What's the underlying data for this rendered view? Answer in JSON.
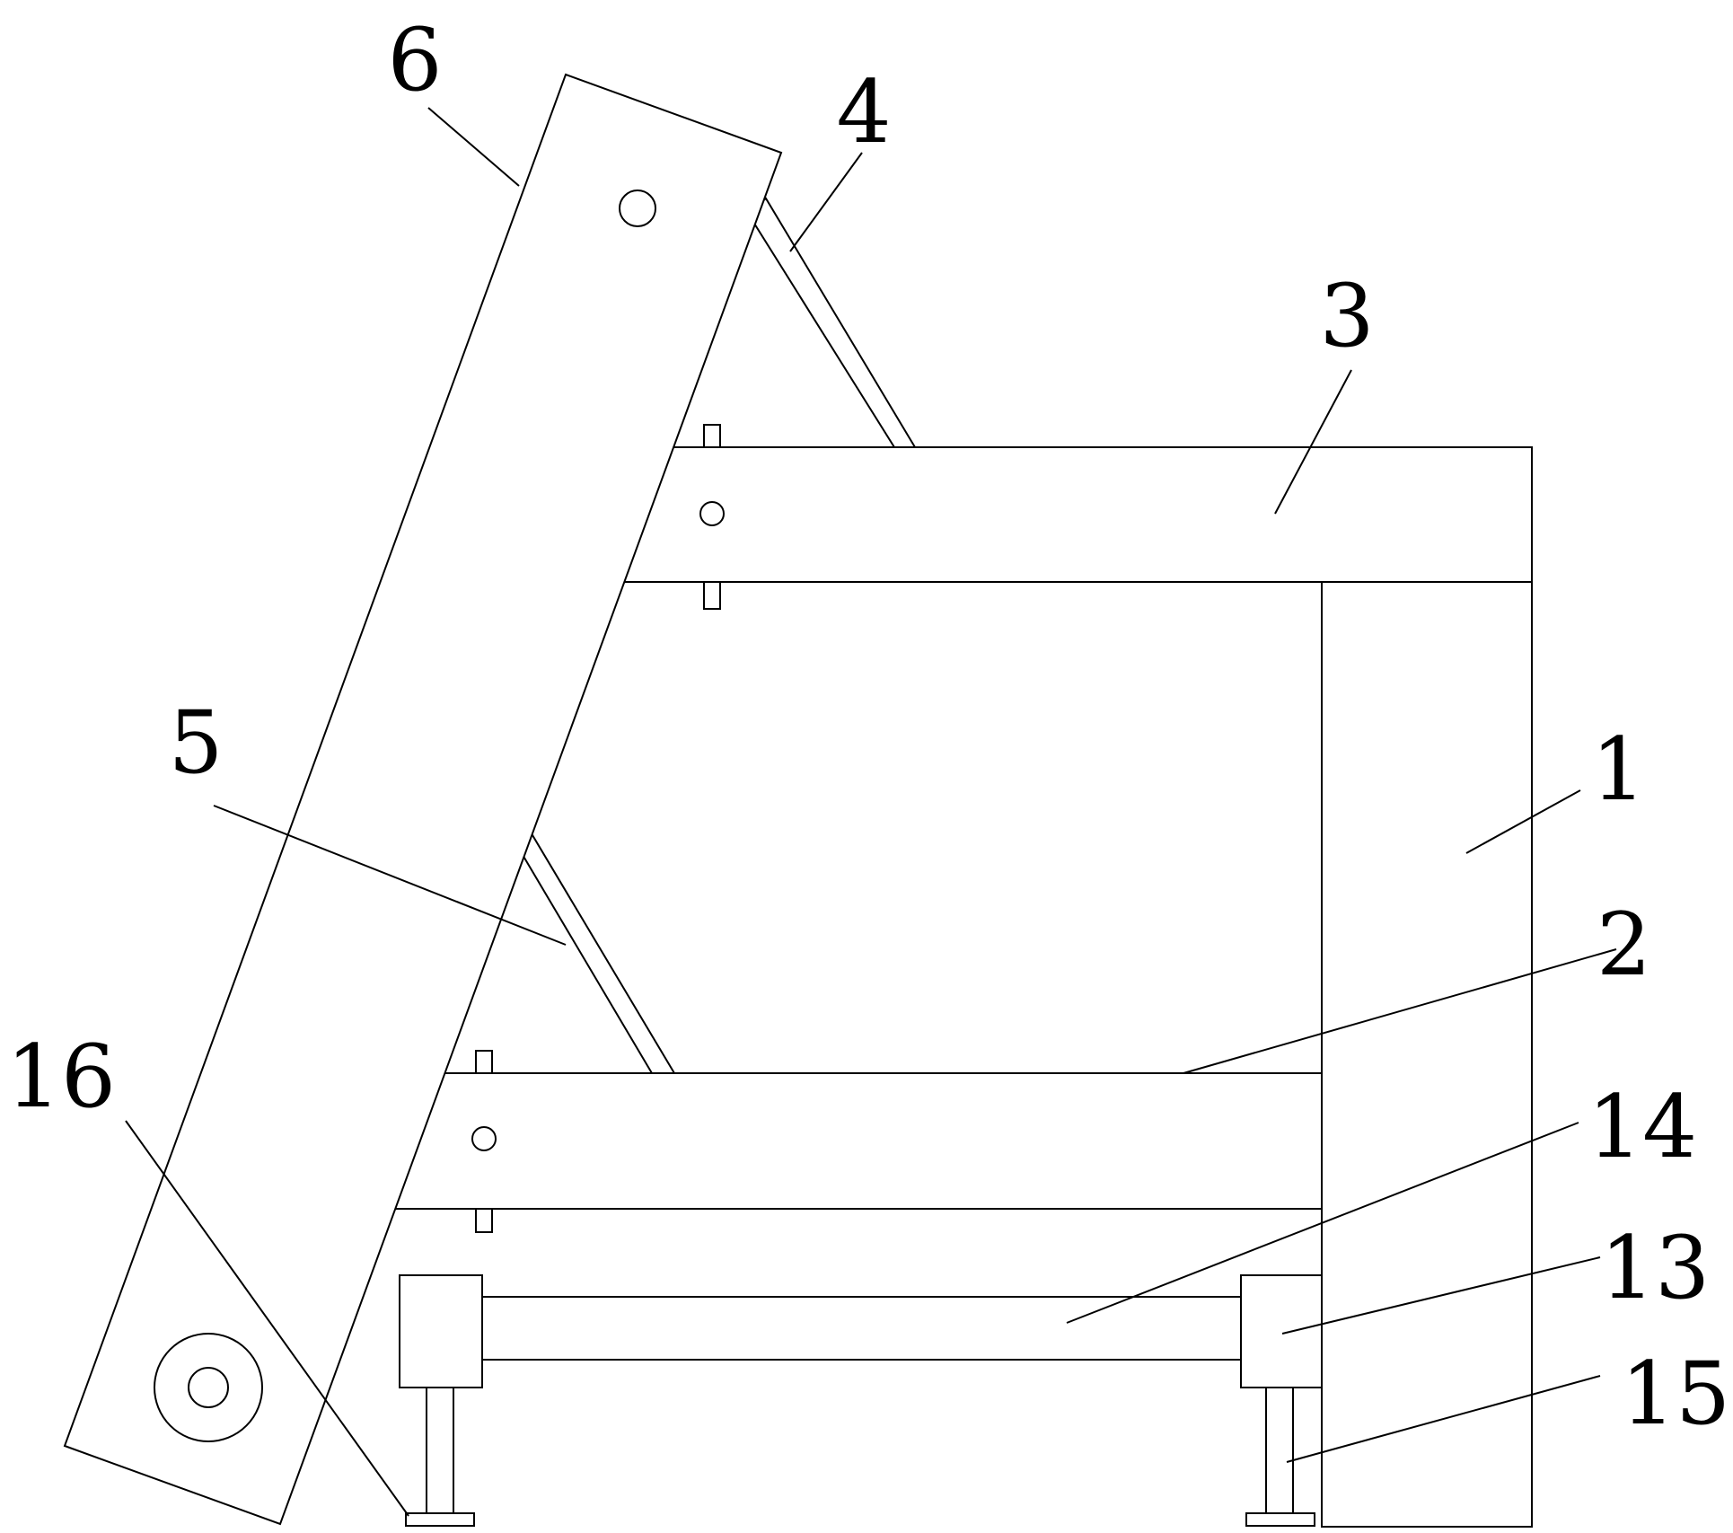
{
  "labels": {
    "l1": "1",
    "l2": "2",
    "l3": "3",
    "l4": "4",
    "l5": "5",
    "l6": "6",
    "l13": "13",
    "l14": "14",
    "l15": "15",
    "l16": "16"
  }
}
